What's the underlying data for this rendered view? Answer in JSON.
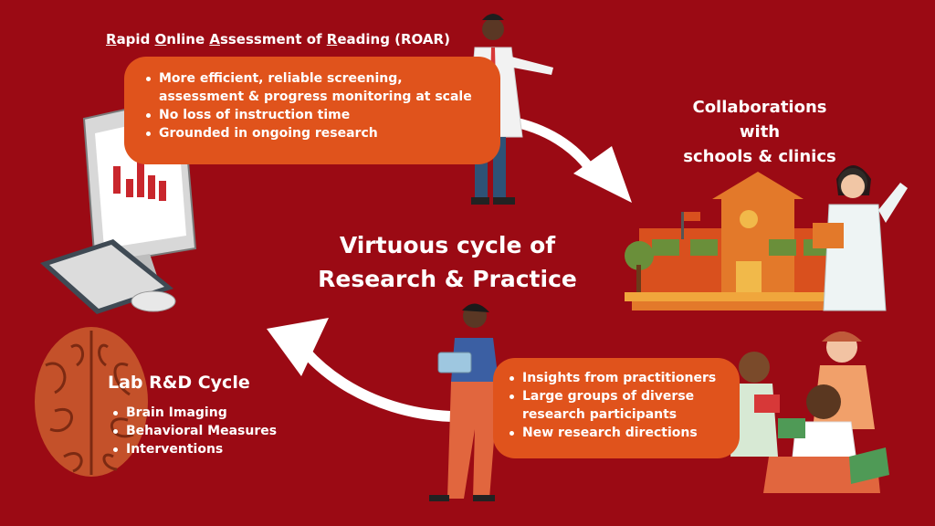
{
  "roar": {
    "title_parts": [
      {
        "u": "R",
        "t": "apid "
      },
      {
        "u": "O",
        "t": "nline "
      },
      {
        "u": "A",
        "t": "ssessment of "
      },
      {
        "u": "R",
        "t": "eading (ROAR)"
      }
    ],
    "items": [
      "More efficient, reliable screening, assessment & progress monitoring at scale",
      "No loss of instruction time",
      "Grounded in ongoing research"
    ]
  },
  "collaborations": {
    "line1": "Collaborations with",
    "line2": "schools & clinics"
  },
  "center": {
    "line1": "Virtuous cycle of",
    "line2": "Research & Practice"
  },
  "lab": {
    "title": "Lab R&D Cycle",
    "items": [
      "Brain Imaging",
      "Behavioral Measures",
      "Interventions"
    ]
  },
  "insights": {
    "items": [
      "Insights from practitioners",
      "Large groups of diverse research participants",
      "New research directions"
    ]
  },
  "colors": {
    "background": "#9b0a14",
    "panel": "#e0531c",
    "text": "#ffffff"
  }
}
